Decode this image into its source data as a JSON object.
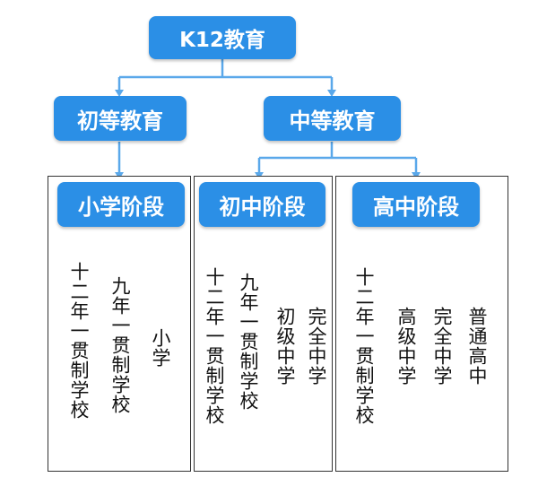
{
  "colors": {
    "node_fill": "#2b8fe6",
    "connector": "#5aa8ea",
    "text": "#111111"
  },
  "root": {
    "label": "K12教育"
  },
  "level2": [
    {
      "label": "初等教育"
    },
    {
      "label": "中等教育"
    }
  ],
  "stages": [
    {
      "label": "小学阶段",
      "items": [
        "十二年一贯制学校",
        "九年一贯制学校",
        "小学"
      ]
    },
    {
      "label": "初中阶段",
      "items": [
        "十二年一贯制学校",
        "九年一贯制学校",
        "初级中学",
        "完全中学"
      ]
    },
    {
      "label": "高中阶段",
      "items": [
        "十二年一贯制学校",
        "高级中学",
        "完全中学",
        "普通高中"
      ]
    }
  ]
}
